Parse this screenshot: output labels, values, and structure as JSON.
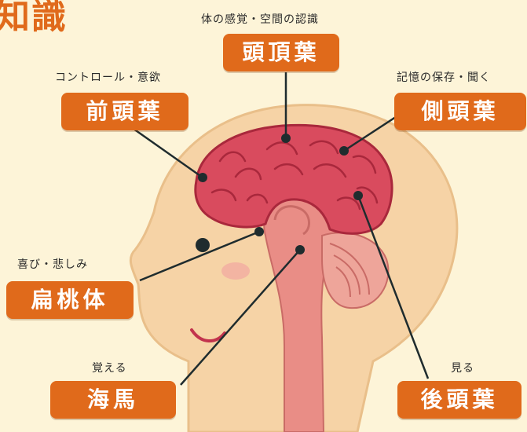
{
  "title": "知識",
  "regions": [
    {
      "id": "parietal",
      "name": "頭頂葉",
      "description": "体の感覚・空間の認識"
    },
    {
      "id": "frontal",
      "name": "前頭葉",
      "description": "コントロール・意欲"
    },
    {
      "id": "temporal",
      "name": "側頭葉",
      "description": "記憶の保存・聞く"
    },
    {
      "id": "amygdala",
      "name": "扁桃体",
      "description": "喜び・悲しみ"
    },
    {
      "id": "hippocampus",
      "name": "海馬",
      "description": "覚える"
    },
    {
      "id": "occipital",
      "name": "後頭葉",
      "description": "見る"
    }
  ],
  "colors": {
    "label_bg": "#e06a1b",
    "label_text": "#ffffff",
    "background": "#fdf4d8",
    "skin": "#f6d3a6",
    "brain": "#d94b5e",
    "brainstem": "#e98d86"
  }
}
